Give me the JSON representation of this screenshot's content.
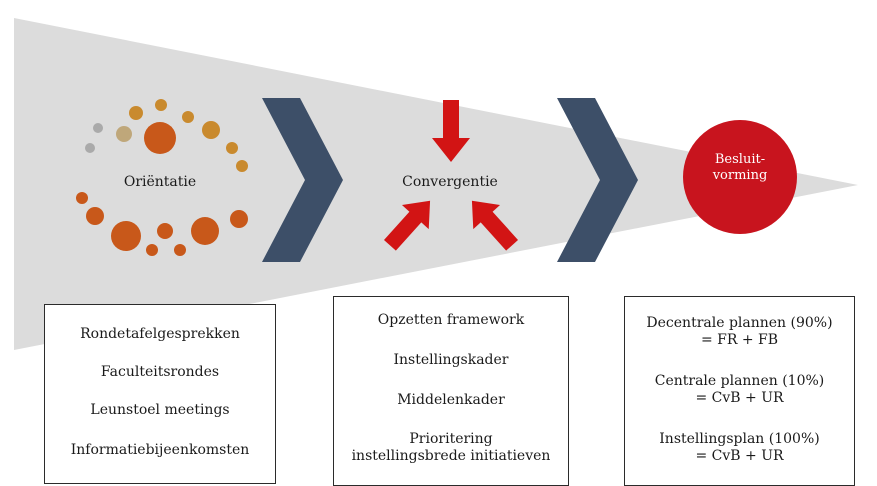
{
  "stages": {
    "orientatie": {
      "label": "Oriëntatie"
    },
    "convergentie": {
      "label": "Convergentie"
    },
    "besluitvorming": {
      "label_line1": "Besluit-",
      "label_line2": "vorming"
    }
  },
  "boxes": {
    "left": {
      "items": [
        "Rondetafelgesprekken",
        "Faculteitsrondes",
        "Leunstoel meetings",
        "Informatiebijeenkomsten"
      ]
    },
    "middle": {
      "items": [
        {
          "line1": "Opzetten framework"
        },
        {
          "line1": "Instellingskader"
        },
        {
          "line1": "Middelenkader"
        },
        {
          "line1": "Prioritering",
          "line2": "instellingsbrede initiatieven"
        }
      ]
    },
    "right": {
      "items": [
        {
          "line1": "Decentrale plannen (90%)",
          "line2": "= FR + FB"
        },
        {
          "line1": "Centrale plannen (10%)",
          "line2": "= CvB + UR"
        },
        {
          "line1": "Instellingsplan (100%)",
          "line2": "= CvB + UR"
        }
      ]
    }
  },
  "colors": {
    "funnel": "#dcdcdc",
    "chevron": "#3d4f68",
    "arrow": "#d21414",
    "circle": "#c8141e",
    "dot_orange": "#c8581a",
    "dot_gold": "#c98a2e",
    "dot_gray": "#aaaaaa"
  }
}
